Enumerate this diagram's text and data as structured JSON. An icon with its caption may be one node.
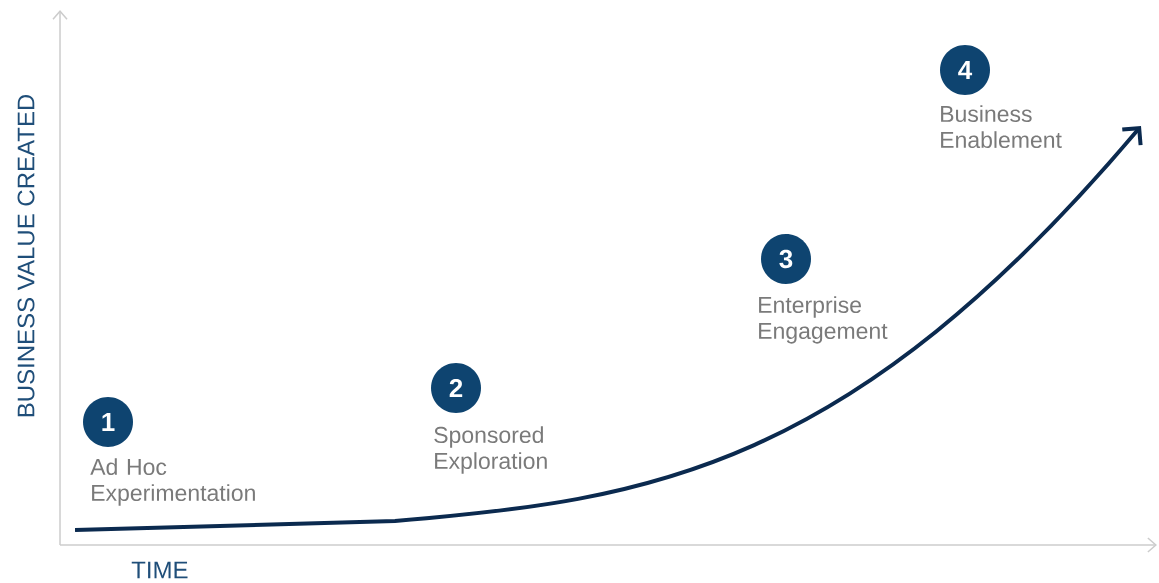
{
  "diagram": {
    "nodes": [
      {
        "text": [
          "1"
        ],
        "beside": [
          "Ad Hoc Experimentation"
        ]
      },
      {
        "text": [
          "2"
        ],
        "beside": [
          "Sponsored Exploration"
        ]
      },
      {
        "text": [
          "3"
        ],
        "beside": [
          "Enterprise Engagement"
        ]
      },
      {
        "text": [
          "4"
        ],
        "beside": [
          "Business Enablement"
        ]
      }
    ],
    "labels": [
      "BUSINESS VALUE CREATED",
      "TIME"
    ]
  }
}
